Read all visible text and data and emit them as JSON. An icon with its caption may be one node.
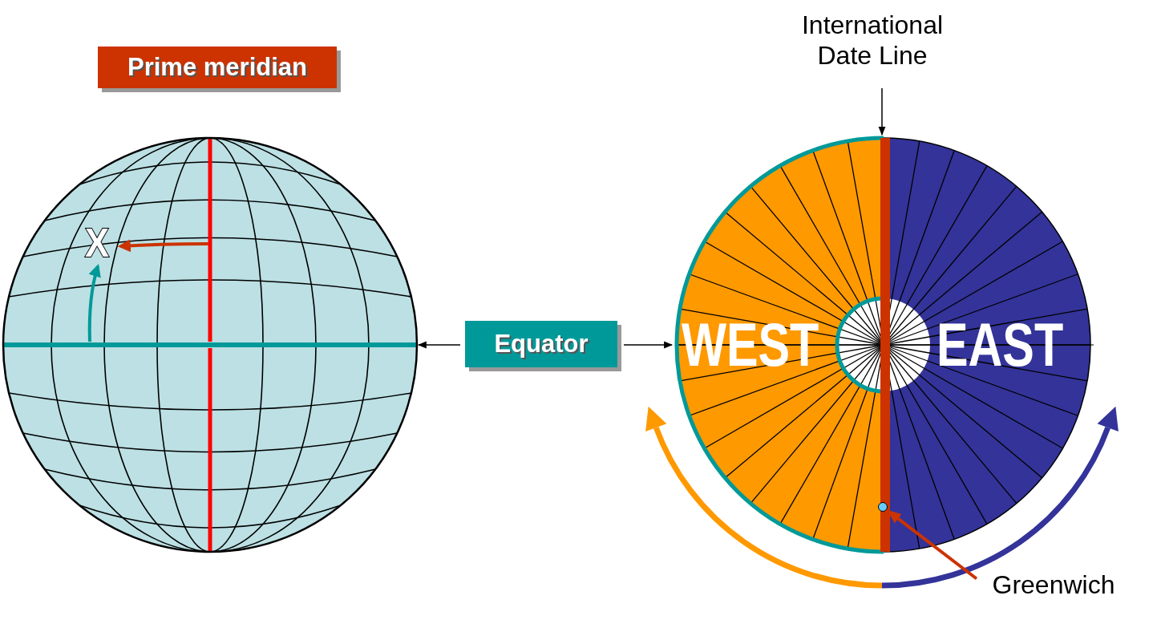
{
  "diagram": {
    "nodes": [
      {
        "text": [
          "Prime meridian"
        ]
      },
      {
        "text": [],
        "shape": "circle"
      },
      {
        "text": [
          "Equator"
        ]
      },
      {
        "text": [],
        "shape": "circle"
      },
      {
        "text": [
          "International Date Line"
        ]
      },
      {
        "text": [],
        "shape": "circle",
        "in": 3
      },
      {
        "text": [
          "Greenwich"
        ]
      }
    ],
    "edges": [
      {
        "from": 2,
        "to": 1,
        "arrow": "to"
      },
      {
        "from": 2,
        "to": 3,
        "arrow": "to"
      },
      {
        "from": 4,
        "to": 3,
        "arrow": "to"
      },
      {
        "from": 6,
        "to": 5,
        "arrow": "to",
        "style": "thick",
        "color": "#cc3300"
      }
    ],
    "labels": [
      "X",
      "WEST",
      "EAST"
    ]
  }
}
